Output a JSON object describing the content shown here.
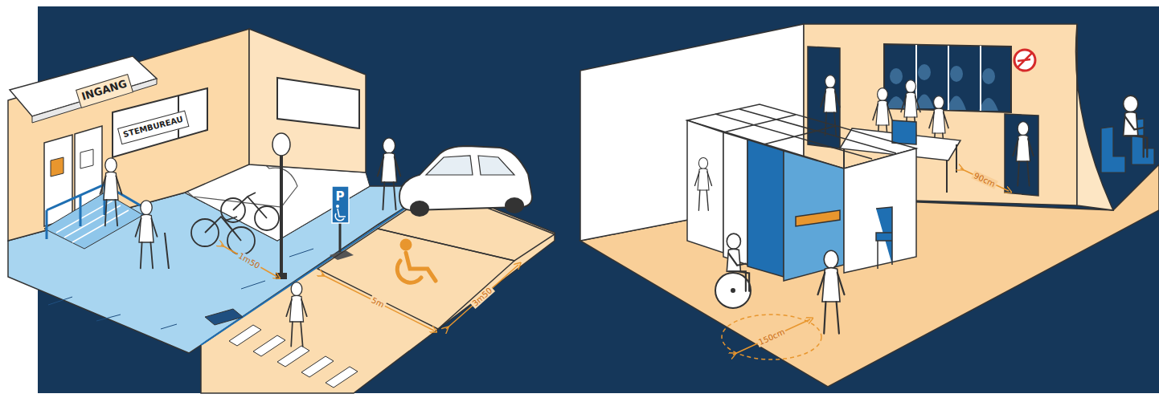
{
  "diagram": {
    "nodes": [
      {
        "text": [
          "INGANG"
        ]
      },
      {
        "text": [
          "STEMBUREAU"
        ]
      }
    ],
    "labels": [
      "P",
      "1m50",
      "5m",
      "3m50",
      "150cm",
      "90cm"
    ]
  }
}
